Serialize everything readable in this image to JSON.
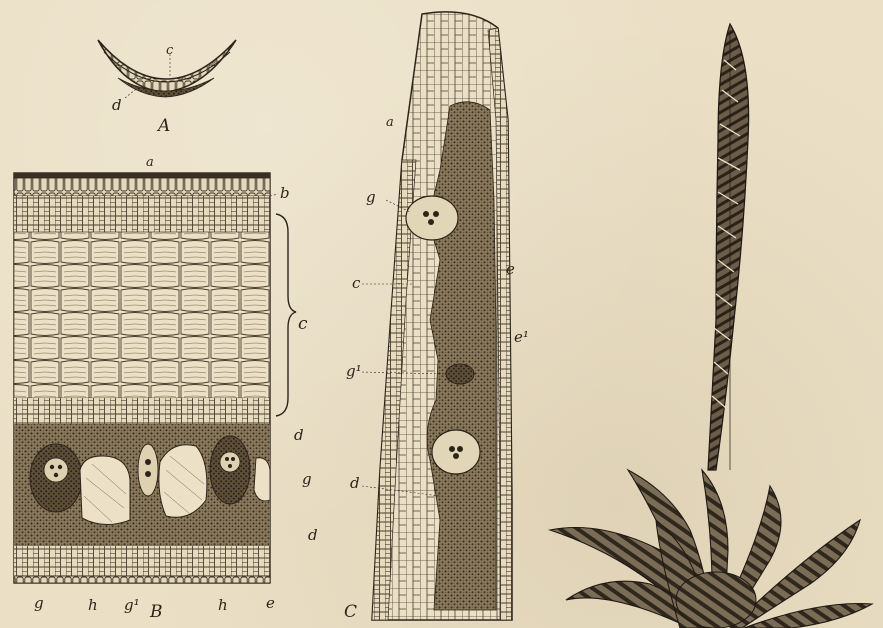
{
  "figure": {
    "panel_a": {
      "letter": "A",
      "labels": {
        "c": "c",
        "d": "d"
      }
    },
    "panel_b": {
      "letter": "B",
      "labels": {
        "a": "a",
        "b": "b",
        "c": "c",
        "d_upper": "d",
        "g_right": "g",
        "d_lower": "d",
        "g_bottom": "g",
        "h_1": "h",
        "g1": "g¹",
        "h_2": "h",
        "e": "e"
      }
    },
    "panel_c": {
      "letter": "C",
      "labels": {
        "a": "a",
        "g": "g",
        "e": "e",
        "c": "c",
        "e1": "e¹",
        "g1": "g¹",
        "d": "d"
      }
    },
    "plant": {
      "subject": "bromeliad-with-flower-spike"
    }
  },
  "colors": {
    "paper": "#ebe0c6",
    "ink": "#2d2418",
    "tissue_dark": "#4a3e2d"
  }
}
